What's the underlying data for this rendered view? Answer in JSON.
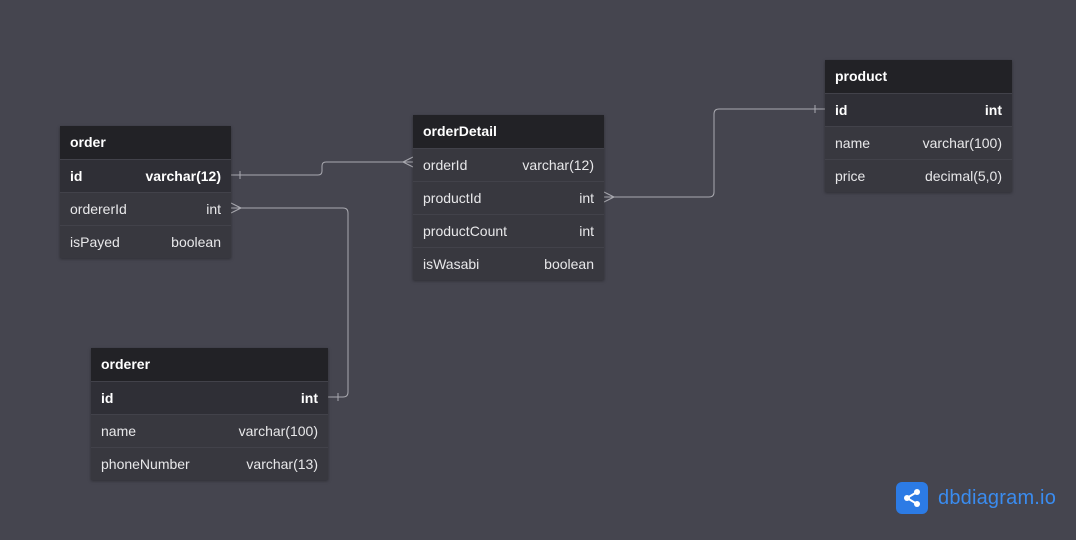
{
  "tables": {
    "order": {
      "name": "order",
      "fields": [
        {
          "name": "id",
          "type": "varchar(12)",
          "pk": true
        },
        {
          "name": "ordererId",
          "type": "int",
          "pk": false
        },
        {
          "name": "isPayed",
          "type": "boolean",
          "pk": false
        }
      ]
    },
    "orderer": {
      "name": "orderer",
      "fields": [
        {
          "name": "id",
          "type": "int",
          "pk": true
        },
        {
          "name": "name",
          "type": "varchar(100)",
          "pk": false
        },
        {
          "name": "phoneNumber",
          "type": "varchar(13)",
          "pk": false
        }
      ]
    },
    "orderDetail": {
      "name": "orderDetail",
      "fields": [
        {
          "name": "orderId",
          "type": "varchar(12)",
          "pk": false
        },
        {
          "name": "productId",
          "type": "int",
          "pk": false
        },
        {
          "name": "productCount",
          "type": "int",
          "pk": false
        },
        {
          "name": "isWasabi",
          "type": "boolean",
          "pk": false
        }
      ]
    },
    "product": {
      "name": "product",
      "fields": [
        {
          "name": "id",
          "type": "int",
          "pk": true
        },
        {
          "name": "name",
          "type": "varchar(100)",
          "pk": false
        },
        {
          "name": "price",
          "type": "decimal(5,0)",
          "pk": false
        }
      ]
    }
  },
  "relationships": [
    {
      "from": "order.id",
      "from_card": "one",
      "to": "orderDetail.orderId",
      "to_card": "many"
    },
    {
      "from": "order.ordererId",
      "from_card": "many",
      "to": "orderer.id",
      "to_card": "one"
    },
    {
      "from": "orderDetail.productId",
      "from_card": "many",
      "to": "product.id",
      "to_card": "one"
    }
  ],
  "brand": {
    "text": "dbdiagram.io",
    "icon": "share-nodes-icon"
  },
  "colors": {
    "background": "#45454f",
    "header": "#222226",
    "body": "#38383f",
    "connector": "#a9a9b0",
    "brand": "#2c7be5"
  }
}
